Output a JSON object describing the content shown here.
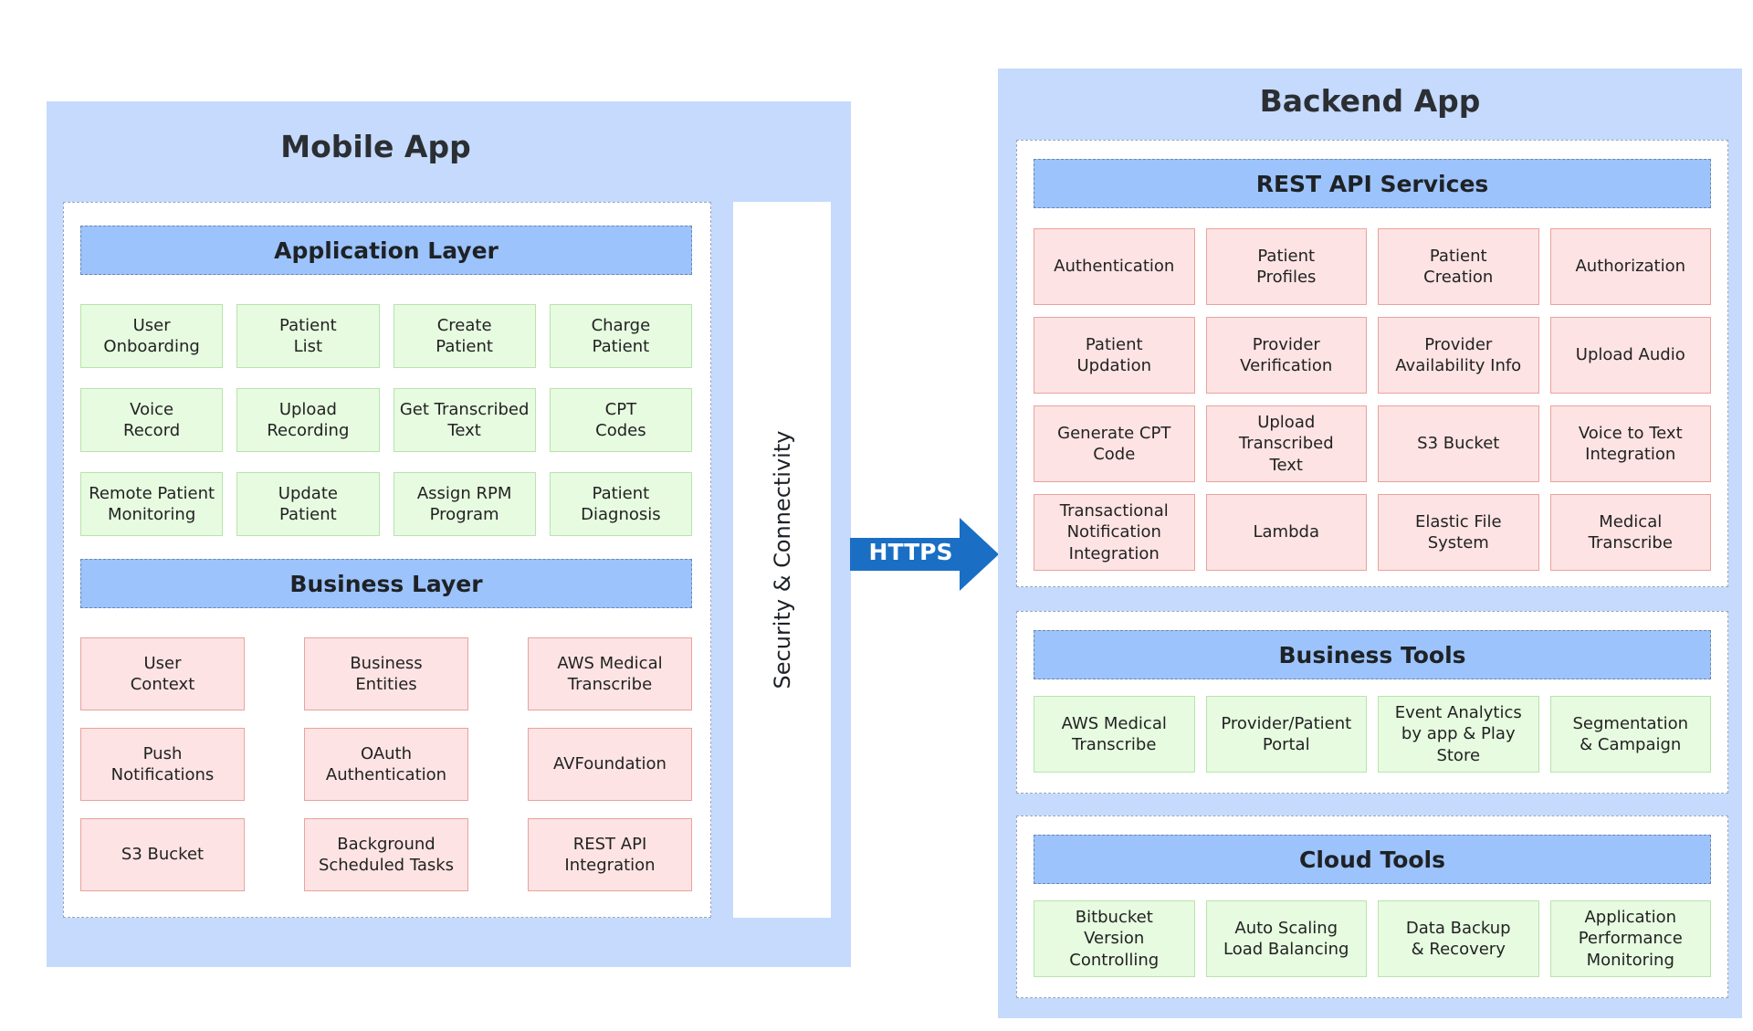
{
  "mobile_app": {
    "title": "Mobile App",
    "application_layer": {
      "title": "Application Layer",
      "items": [
        "User\nOnboarding",
        "Patient\nList",
        "Create\nPatient",
        "Charge\nPatient",
        "Voice\nRecord",
        "Upload\nRecording",
        "Get Transcribed\nText",
        "CPT\nCodes",
        "Remote Patient\nMonitoring",
        "Update\nPatient",
        "Assign RPM\nProgram",
        "Patient\nDiagnosis"
      ]
    },
    "business_layer": {
      "title": "Business Layer",
      "items": [
        "User\nContext",
        "Business\nEntities",
        "AWS Medical\nTranscribe",
        "Push\nNotifications",
        "OAuth\nAuthentication",
        "AVFoundation",
        "S3 Bucket",
        "Background\nScheduled Tasks",
        "REST API\nIntegration"
      ]
    },
    "security_label": "Security & Connectivity"
  },
  "connector": {
    "label": "HTTPS"
  },
  "backend_app": {
    "title": "Backend App",
    "rest_api_services": {
      "title": "REST API Services",
      "items": [
        "Authentication",
        "Patient\nProfiles",
        "Patient\nCreation",
        "Authorization",
        "Patient\nUpdation",
        "Provider\nVerification",
        "Provider\nAvailability Info",
        "Upload Audio",
        "Generate CPT\nCode",
        "Upload\nTranscribed\nText",
        "S3 Bucket",
        "Voice to Text\nIntegration",
        "Transactional\nNotification\nIntegration",
        "Lambda",
        "Elastic File\nSystem",
        "Medical\nTranscribe"
      ]
    },
    "business_tools": {
      "title": "Business Tools",
      "items": [
        "AWS Medical\nTranscribe",
        "Provider/Patient\nPortal",
        "Event Analytics\nby app & Play\nStore",
        "Segmentation\n& Campaign"
      ]
    },
    "cloud_tools": {
      "title": "Cloud Tools",
      "items": [
        "Bitbucket\nVersion\nControlling",
        "Auto Scaling\nLoad Balancing",
        "Data Backup\n& Recovery",
        "Application\nPerformance\nMonitoring"
      ]
    }
  },
  "colors": {
    "panel": "#c5dafc",
    "header": "#9cc3fb",
    "green_box": "#e6fbe0",
    "pink_box": "#fde3e3",
    "arrow": "#1a6fc4"
  }
}
